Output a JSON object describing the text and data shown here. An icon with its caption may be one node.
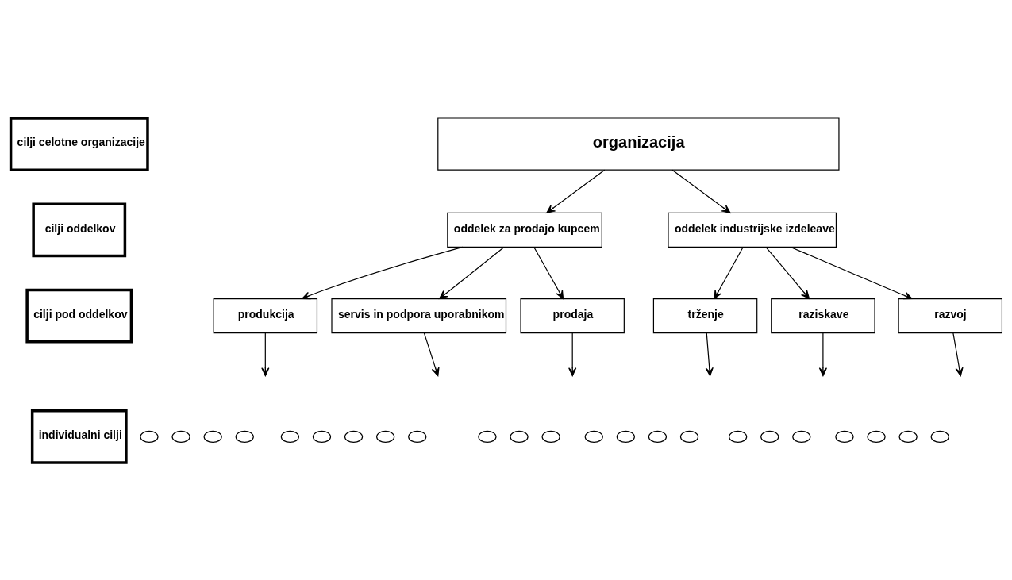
{
  "diagram": {
    "nodes": [
      {
        "text": [
          "cilji celotne organizacije"
        ]
      },
      {
        "text": [
          "cilji oddelkov"
        ]
      },
      {
        "text": [
          "cilji pod oddelkov"
        ]
      },
      {
        "text": [
          "individualni cilji"
        ]
      },
      {
        "text": [
          "organizacija"
        ]
      },
      {
        "text": [
          "oddelek za prodajo kupcem"
        ]
      },
      {
        "text": [
          "oddelek industrijske izdeleave"
        ]
      },
      {
        "text": [
          "produkcija"
        ]
      },
      {
        "text": [
          "servis in podpora uporabnikom"
        ]
      },
      {
        "text": [
          "prodaja"
        ]
      },
      {
        "text": [
          "trženje"
        ]
      },
      {
        "text": [
          "raziskave"
        ]
      },
      {
        "text": [
          "razvoj"
        ]
      },
      {
        "text": [],
        "shape": "ellipse"
      },
      {
        "text": [],
        "shape": "ellipse"
      },
      {
        "text": [],
        "shape": "ellipse"
      },
      {
        "text": [],
        "shape": "ellipse"
      },
      {
        "text": [],
        "shape": "ellipse"
      },
      {
        "text": [],
        "shape": "ellipse"
      },
      {
        "text": [],
        "shape": "ellipse"
      },
      {
        "text": [],
        "shape": "ellipse"
      },
      {
        "text": [],
        "shape": "ellipse"
      },
      {
        "text": [],
        "shape": "ellipse"
      },
      {
        "text": [],
        "shape": "ellipse"
      },
      {
        "text": [],
        "shape": "ellipse"
      },
      {
        "text": [],
        "shape": "ellipse"
      },
      {
        "text": [],
        "shape": "ellipse"
      },
      {
        "text": [],
        "shape": "ellipse"
      },
      {
        "text": [],
        "shape": "ellipse"
      },
      {
        "text": [],
        "shape": "ellipse"
      },
      {
        "text": [],
        "shape": "ellipse"
      },
      {
        "text": [],
        "shape": "ellipse"
      },
      {
        "text": [],
        "shape": "ellipse"
      },
      {
        "text": [],
        "shape": "ellipse"
      },
      {
        "text": [],
        "shape": "ellipse"
      },
      {
        "text": [],
        "shape": "ellipse"
      }
    ],
    "edges": [
      {
        "from": 4,
        "to": 5,
        "arrow": "to"
      },
      {
        "from": 4,
        "to": 6,
        "arrow": "to"
      },
      {
        "from": 5,
        "to": 7,
        "arrow": "to"
      },
      {
        "from": 5,
        "to": 8,
        "arrow": "to"
      },
      {
        "from": 5,
        "to": 9,
        "arrow": "to"
      },
      {
        "from": 6,
        "to": 10,
        "arrow": "to"
      },
      {
        "from": 6,
        "to": 11,
        "arrow": "to"
      },
      {
        "from": 6,
        "to": 12,
        "arrow": "to"
      },
      {
        "from": 7,
        "to": null,
        "arrow": "to"
      },
      {
        "from": 8,
        "to": null,
        "arrow": "to"
      },
      {
        "from": 9,
        "to": null,
        "arrow": "to"
      },
      {
        "from": 10,
        "to": null,
        "arrow": "to"
      },
      {
        "from": 11,
        "to": null,
        "arrow": "to"
      },
      {
        "from": 12,
        "to": null,
        "arrow": "to"
      }
    ]
  }
}
